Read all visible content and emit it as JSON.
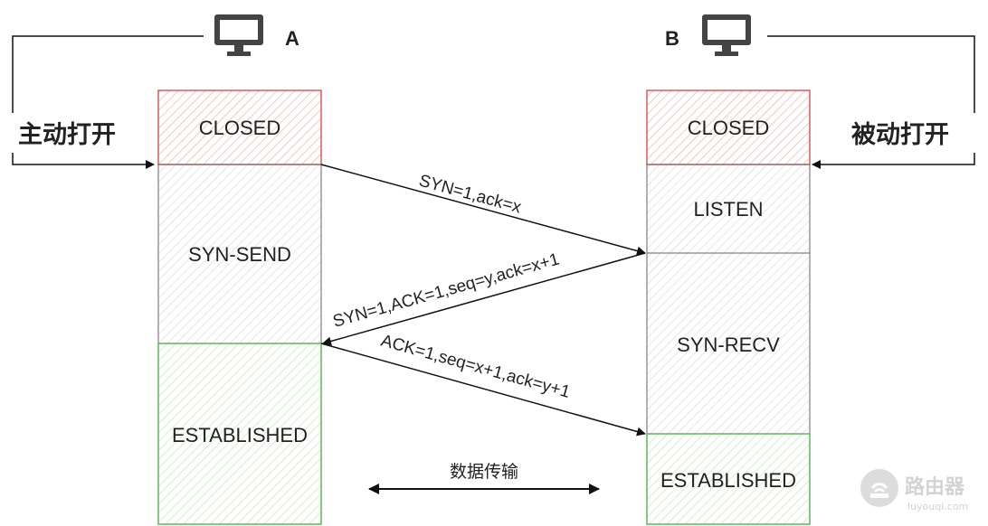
{
  "host_a": {
    "label": "A",
    "icon": "monitor-icon"
  },
  "host_b": {
    "label": "B",
    "icon": "monitor-icon"
  },
  "active_open": "主动打开",
  "passive_open": "被动打开",
  "a_states": [
    "CLOSED",
    "SYN-SEND",
    "ESTABLISHED"
  ],
  "b_states": [
    "CLOSED",
    "LISTEN",
    "SYN-RECV",
    "ESTABLISHED"
  ],
  "messages": {
    "syn": "SYN=1,ack=x",
    "syn_ack": "SYN=1,ACK=1,seq=y,ack=x+1",
    "ack": "ACK=1,seq=x+1,ack=y+1"
  },
  "data_transfer": "数据传输",
  "watermark": {
    "brand": "路由器",
    "url": "luyouqi.com"
  },
  "colors": {
    "closed": "#e05a5a",
    "established": "#5cb85c",
    "neutral": "#555555",
    "hatch": "#dcdcdc"
  }
}
